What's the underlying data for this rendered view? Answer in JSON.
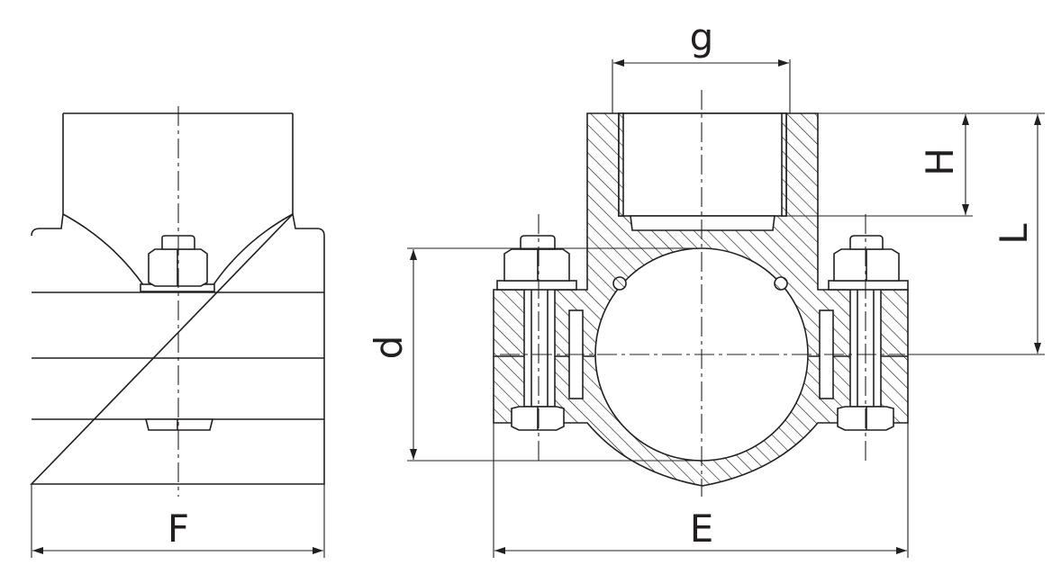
{
  "labels": {
    "F": "F",
    "E": "E",
    "d": "d",
    "g": "g",
    "H": "H",
    "L": "L"
  },
  "colors": {
    "line": "#231f20",
    "background": "#ffffff"
  }
}
